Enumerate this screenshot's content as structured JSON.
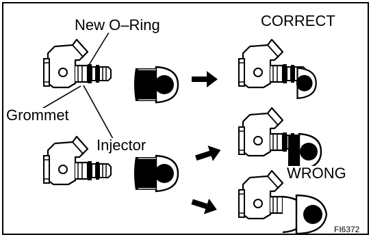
{
  "labels": {
    "new_o_ring": "New O–Ring",
    "grommet": "Grommet",
    "injector": "Injector",
    "correct": "CORRECT",
    "wrong": "WRONG",
    "figure_code": "FI6372"
  },
  "icons": {
    "injector": "fuel-injector-icon",
    "grommet": "grommet-icon",
    "arrow": "right-arrow-icon"
  }
}
